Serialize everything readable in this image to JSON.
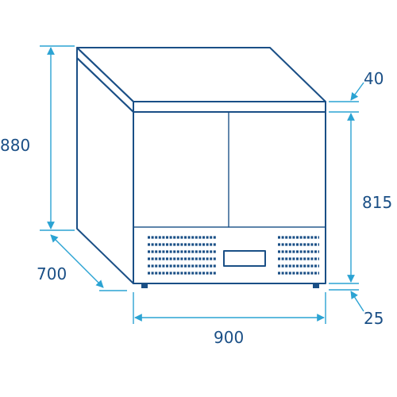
{
  "dimensions": {
    "height_total": "880",
    "depth": "700",
    "width": "900",
    "top_thickness": "40",
    "cabinet_height": "815",
    "leg_height": "25"
  },
  "colors": {
    "outline": "#1a4f86",
    "dimension_line": "#2ba3d3",
    "text": "#1a4f86",
    "background": "#ffffff"
  }
}
